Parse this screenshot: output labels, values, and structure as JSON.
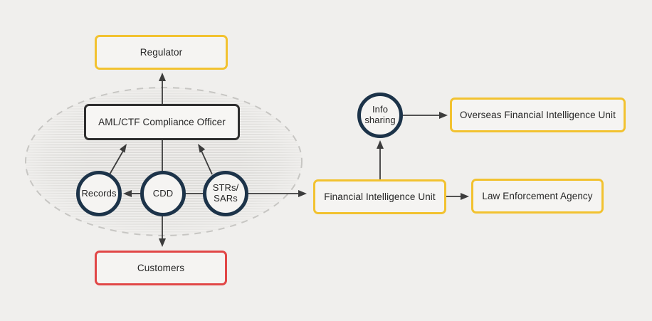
{
  "colors": {
    "background": "#F0EFED",
    "node_fill": "#F5F4F2",
    "officer_fill": "#F7F6F4",
    "yellow": "#F2C230",
    "red": "#E14747",
    "navy": "#1C3349",
    "dark": "#2F2F2F",
    "arrow": "#3C3C3C",
    "stripe": "#DBDAD7",
    "dash": "#C7C6C3",
    "text": "#262626"
  },
  "nodes": {
    "regulator": {
      "label": "Regulator"
    },
    "compliance_officer": {
      "label": "AML/CTF Compliance Officer"
    },
    "records": {
      "label": "Records"
    },
    "cdd": {
      "label": "CDD"
    },
    "strs_sars": {
      "line1": "STRs/",
      "line2": "SARs"
    },
    "customers": {
      "label": "Customers"
    },
    "financial_intelligence_unit": {
      "label": "Financial Intelligence Unit"
    },
    "info_sharing": {
      "line1": "Info",
      "line2": "sharing"
    },
    "overseas_fiu": {
      "label": "Overseas Financial Intelligence Unit"
    },
    "law_enforcement_agency": {
      "label": "Law Enforcement Agency"
    }
  },
  "edges": [
    {
      "from": "compliance_officer",
      "to": "regulator",
      "arrowhead": true
    },
    {
      "from": "records",
      "to": "compliance_officer",
      "arrowhead": true
    },
    {
      "from": "strs_sars",
      "to": "compliance_officer",
      "arrowhead": true
    },
    {
      "from": "compliance_officer",
      "to": "cdd",
      "arrowhead": false
    },
    {
      "from": "cdd",
      "to": "customers",
      "arrowhead": true
    },
    {
      "from": "cdd",
      "to": "records",
      "arrowhead": true
    },
    {
      "from": "cdd",
      "to": "strs_sars",
      "arrowhead": false
    },
    {
      "from": "strs_sars",
      "to": "financial_intelligence_unit",
      "arrowhead": true
    },
    {
      "from": "financial_intelligence_unit",
      "to": "info_sharing",
      "arrowhead": true
    },
    {
      "from": "info_sharing",
      "to": "overseas_fiu",
      "arrowhead": true
    },
    {
      "from": "financial_intelligence_unit",
      "to": "law_enforcement_agency",
      "arrowhead": true
    }
  ]
}
